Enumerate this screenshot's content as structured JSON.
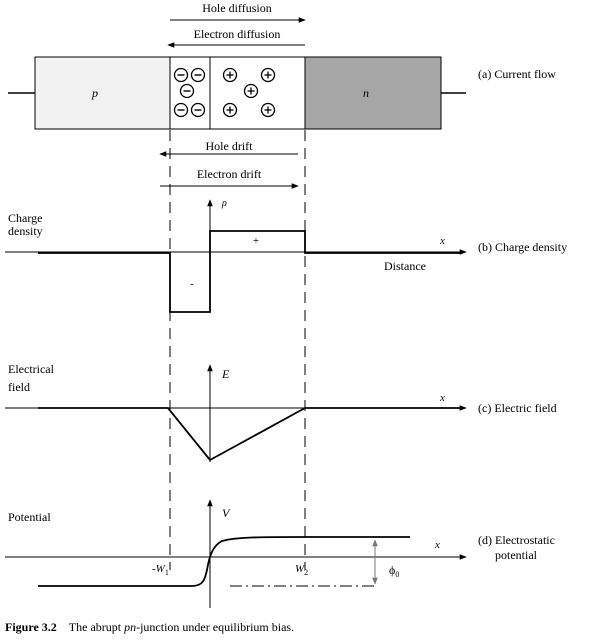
{
  "top": {
    "hole_diffusion": "Hole diffusion",
    "electron_diffusion": "Electron diffusion",
    "p_label": "p",
    "n_label": "n",
    "hole_drift": "Hole drift",
    "electron_drift": "Electron drift",
    "caption_a": "(a) Current flow"
  },
  "charge": {
    "ylabel_line1": "Charge",
    "ylabel_line2": "density",
    "axis_symbol": "ρ",
    "x_symbol": "x",
    "plus": "+",
    "minus": "-",
    "distance": "Distance",
    "caption_b": "(b) Charge density"
  },
  "field": {
    "ylabel_line1": "Electrical",
    "ylabel_line2": "field",
    "axis_symbol": "E",
    "x_symbol": "x",
    "caption_c": "(c) Electric field"
  },
  "potential": {
    "ylabel": "Potential",
    "axis_symbol": "V",
    "x_symbol": "x",
    "w1": "-W1",
    "w1_main": "-W",
    "w1_sub": "1",
    "w2_main": "W",
    "w2_sub": "2",
    "phi_main": "ϕ",
    "phi_sub": "0",
    "caption_d_line1": "(d) Electrostatic",
    "caption_d_line2": "potential"
  },
  "figure": {
    "label": "Figure 3.2",
    "text": "The abrupt pn-junction under equilibrium bias.",
    "text_pre": "The abrupt ",
    "text_ital": "pn",
    "text_post": "-junction under equilibrium bias."
  }
}
